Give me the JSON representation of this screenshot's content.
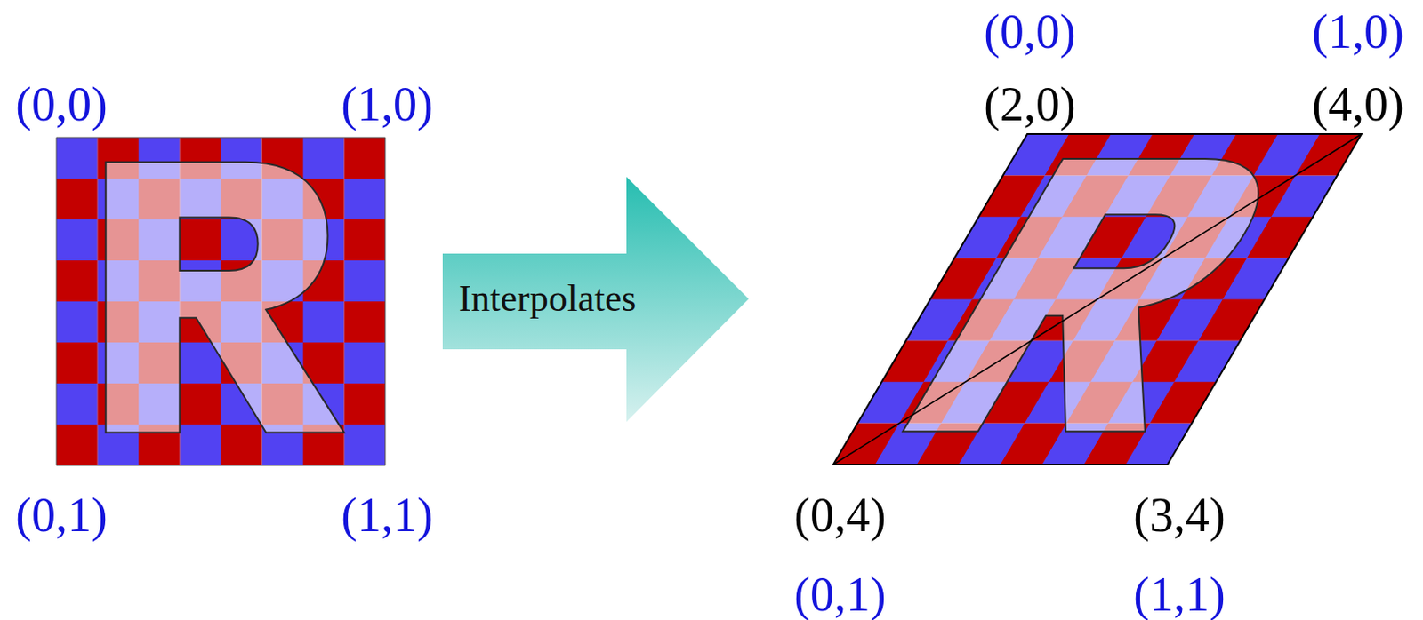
{
  "diagram": {
    "nodes": [
      {
        "text": [
          "Interpolates"
        ]
      }
    ],
    "labels": [
      "(0,0)",
      "(1,0)",
      "(0,0)",
      "(1,0)",
      "(2,0)",
      "(4,0)",
      "(0,1)",
      "(1,1)",
      "(0,4)",
      "(3,4)",
      "(0,1)",
      "(1,1)"
    ]
  }
}
